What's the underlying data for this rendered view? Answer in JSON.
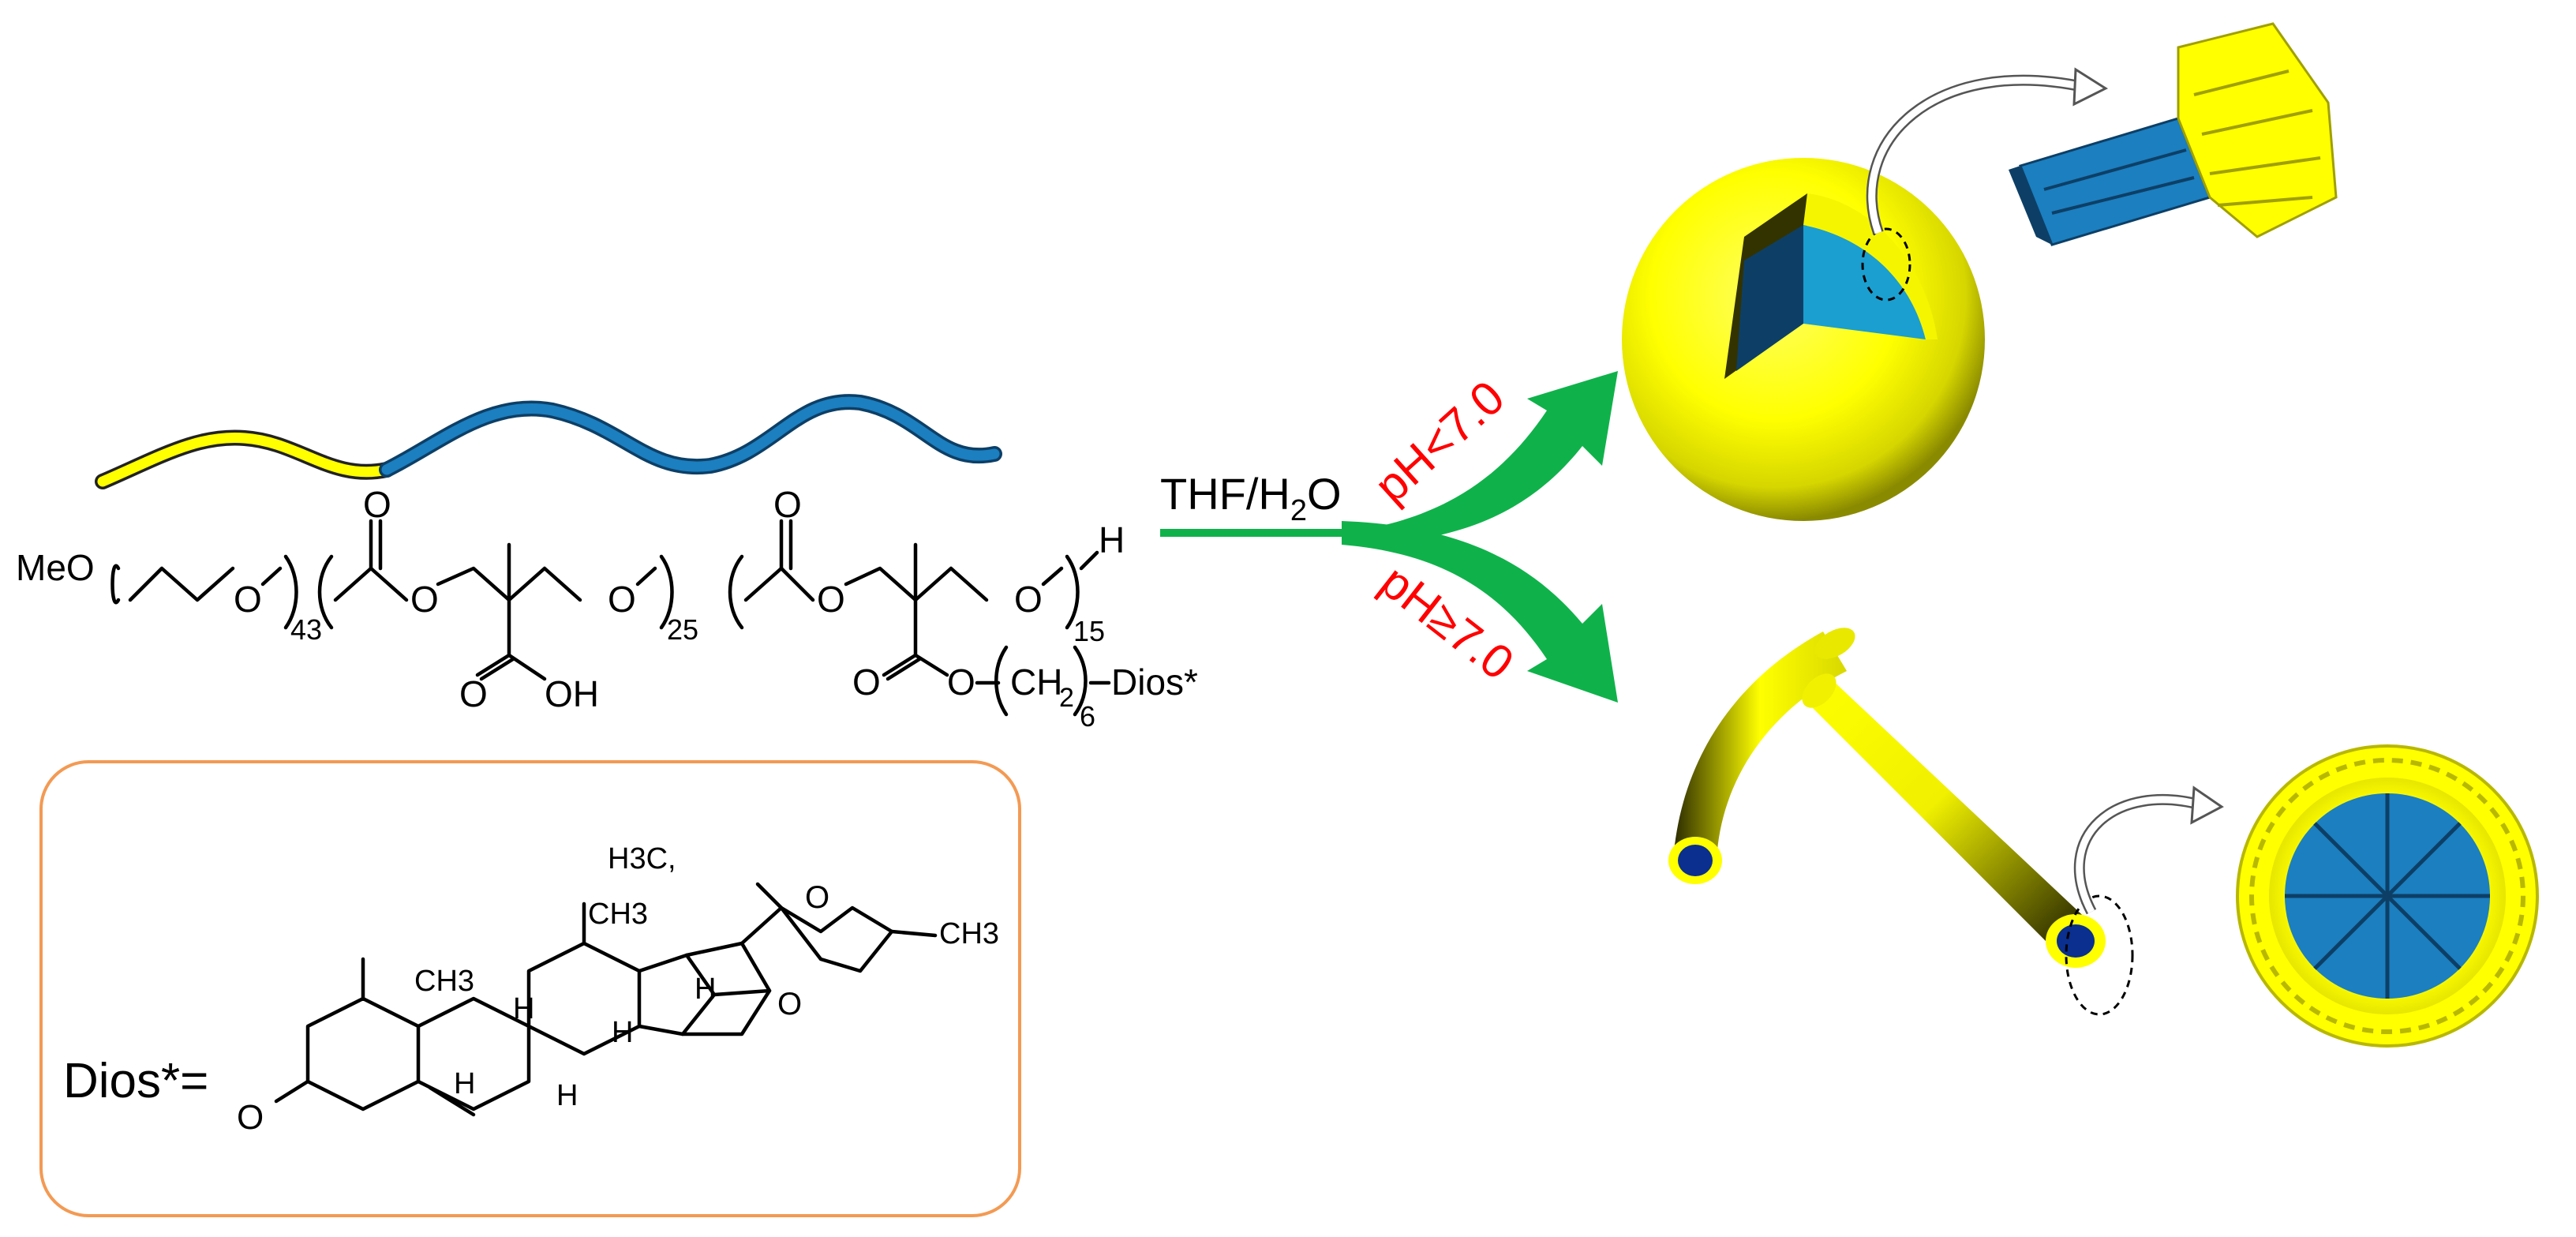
{
  "polymer": {
    "end_group": "MeO",
    "peg_repeat": "43",
    "acid_block_repeat": "25",
    "dios_block_repeat": "15",
    "terminal": "H",
    "acid_substituent": "OH",
    "linker": "CH",
    "linker_subscript_2": "2",
    "linker_repeat": "6",
    "dios_label": "Dios*",
    "carbonyl_o": "O",
    "ether_o": "O"
  },
  "dios_box": {
    "label": "Dios*=",
    "ch3_top_left": "H3C,",
    "ch3_labels": [
      "CH3",
      "CH3",
      "CH3"
    ],
    "h_labels": [
      "H",
      "H",
      "H",
      "H",
      "H"
    ],
    "ring_o": "O",
    "hydroxyl_o": "O",
    "border_color": "#f39a53"
  },
  "conditions": {
    "solvent": "THF/H",
    "solvent_sub": "2",
    "solvent_end": "O",
    "acidic": "pH<7.0",
    "neutral_basic": "pH≥7.0",
    "arrow_color": "#0fb24a",
    "ph_color": "#ff0000"
  },
  "colors": {
    "shell_yellow": "#ffff00",
    "core_blue": "#1b7fc0",
    "core_dark": "#003a99"
  }
}
